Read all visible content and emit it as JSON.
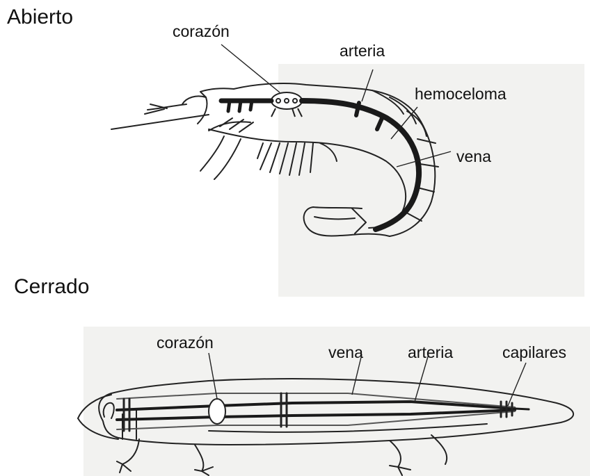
{
  "open_system": {
    "title": "Abierto",
    "labels": {
      "heart": "corazón",
      "artery": "arteria",
      "hemocoel": "hemoceloma",
      "vein": "vena"
    }
  },
  "closed_system": {
    "title": "Cerrado",
    "labels": {
      "heart": "corazón",
      "vein": "vena",
      "artery": "arteria",
      "capillaries": "capilares"
    }
  }
}
